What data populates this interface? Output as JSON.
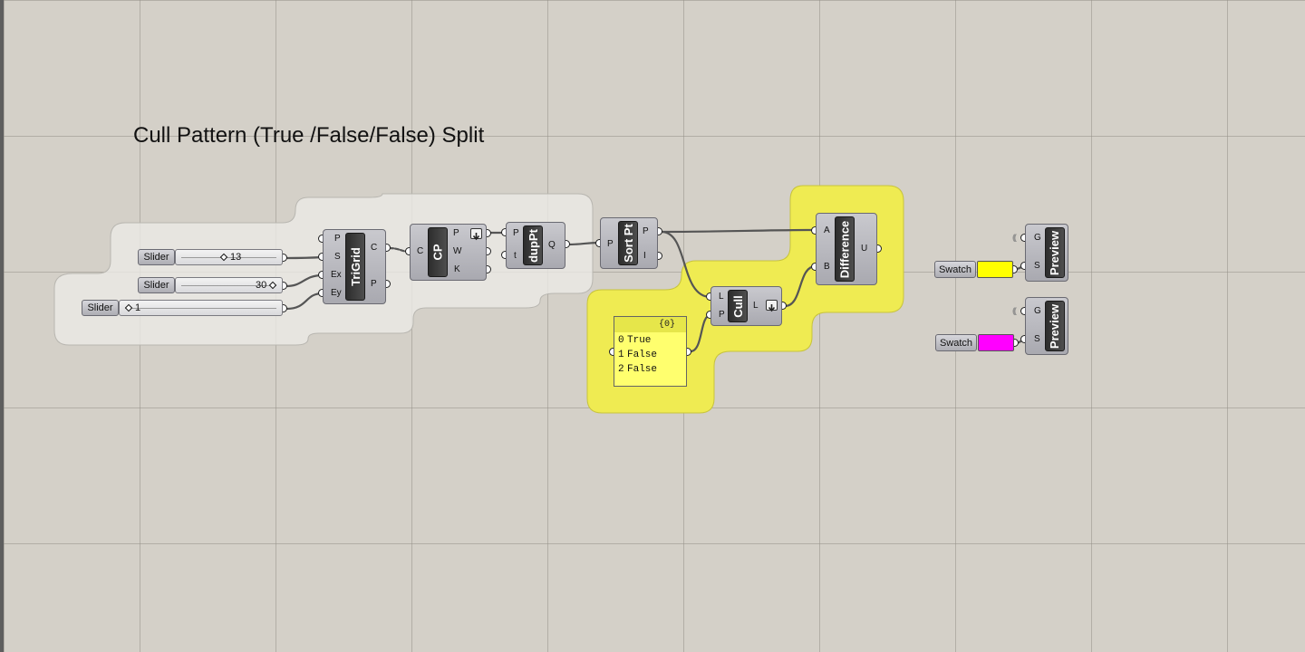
{
  "canvas": {
    "title": "Cull Pattern (True /False/False) Split"
  },
  "sliders": [
    {
      "label": "Slider",
      "value": "13"
    },
    {
      "label": "Slider",
      "value": "30"
    },
    {
      "label": "Slider",
      "value": "1"
    }
  ],
  "components": {
    "trigrid": {
      "name": "TriGrid",
      "inputs": [
        "P",
        "S",
        "Ex",
        "Ey"
      ],
      "outputs": [
        "C",
        "P"
      ]
    },
    "cp": {
      "name": "CP",
      "inputs": [
        "C"
      ],
      "outputs": [
        "P",
        "W",
        "K"
      ]
    },
    "duppt": {
      "name": "dupPt",
      "inputs": [
        "P",
        "t"
      ],
      "outputs": [
        "Q"
      ]
    },
    "sortpt": {
      "name": "Sort Pt",
      "inputs": [
        "P"
      ],
      "outputs": [
        "P",
        "I"
      ]
    },
    "cull": {
      "name": "Cull",
      "inputs": [
        "L",
        "P"
      ],
      "outputs": [
        "L"
      ]
    },
    "difference": {
      "name": "Difference",
      "inputs": [
        "A",
        "B"
      ],
      "outputs": [
        "U"
      ]
    },
    "preview1": {
      "name": "Preview",
      "inputs": [
        "G",
        "S"
      ]
    },
    "preview2": {
      "name": "Preview",
      "inputs": [
        "G",
        "S"
      ]
    }
  },
  "panel": {
    "header": "{0}",
    "rows": [
      {
        "index": "0",
        "value": "True"
      },
      {
        "index": "1",
        "value": "False"
      },
      {
        "index": "2",
        "value": "False"
      }
    ]
  },
  "swatches": [
    {
      "label": "Swatch",
      "color": "#ffff00"
    },
    {
      "label": "Swatch",
      "color": "#ff00ff"
    }
  ],
  "colors": {
    "group_gray": "#ebeae6",
    "group_yellow": "#efeb52",
    "canvas": "#d4d0c8"
  }
}
